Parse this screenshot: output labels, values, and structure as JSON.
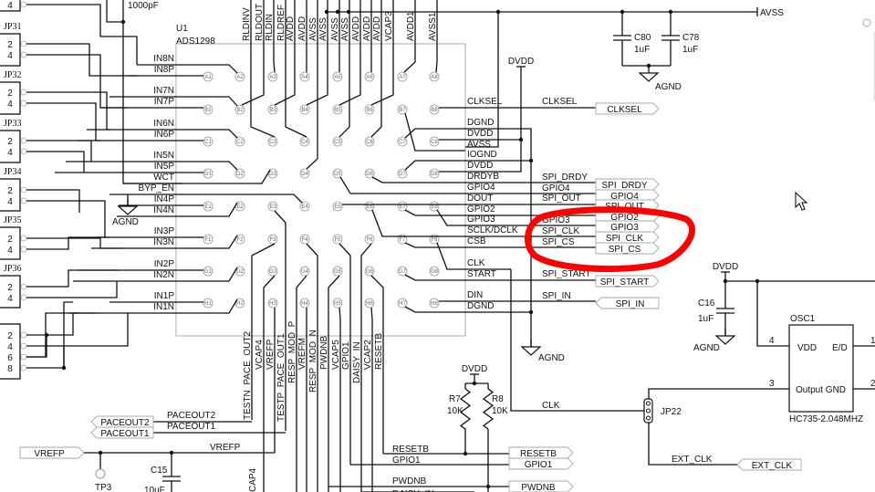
{
  "top_cap_value": "1000pF",
  "ic": {
    "ref": "U1",
    "part": "ADS1298",
    "left_pins": [
      "IN8N",
      "IN8P",
      "IN7N",
      "IN7P",
      "IN6N",
      "IN6P",
      "IN5N",
      "IN5P",
      "WCT",
      "BYP_EN",
      "IN4P",
      "IN4N",
      "IN3P",
      "IN3N",
      "IN2P",
      "IN2N",
      "IN1P",
      "IN1N"
    ],
    "top_pins": [
      "RLDINV",
      "RLDOUT",
      "RLDIN",
      "RLDREF",
      "AVDD",
      "AVDD",
      "AVSS",
      "AVSS",
      "AVSS",
      "AVSS",
      "AVDD",
      "AVDD",
      "AVDD",
      "VCAP3",
      "AVDD1",
      "AVSS1"
    ],
    "right_pins": [
      "CLKSEL",
      "DGND",
      "DVDD",
      "AVSS",
      "IOGND",
      "DVDD",
      "DRDYB",
      "GPIO4",
      "DOUT",
      "GPIO2",
      "GPIO3",
      "SCLK/DCLK",
      "CSB",
      "CLK",
      "START",
      "DIN",
      "DGND"
    ],
    "bottom_pins": [
      "TESTN_PACE_OUT2",
      "VCAP4",
      "VREFP",
      "TESTP_PACE_OUT1",
      "RESP_MOD_P",
      "VREFM",
      "RESP_MOD_N",
      "PWDNB",
      "VCAP5",
      "GPIO1",
      "DAISY_IN",
      "VCAP2",
      "RESETB"
    ],
    "ball_rows": [
      "A",
      "B",
      "C",
      "D",
      "E",
      "F",
      "G",
      "H"
    ],
    "ball_cols": [
      "1",
      "2",
      "3",
      "4",
      "5",
      "6",
      "7",
      "8"
    ]
  },
  "connectors": [
    {
      "ref": "",
      "pins": [
        "4"
      ]
    },
    {
      "ref": "JP31",
      "pins": [
        "2",
        "4"
      ]
    },
    {
      "ref": "JP32",
      "pins": [
        "2",
        "4"
      ]
    },
    {
      "ref": "JP33",
      "pins": [
        "2",
        "4"
      ]
    },
    {
      "ref": "JP34",
      "pins": [
        "2",
        "4"
      ]
    },
    {
      "ref": "JP35",
      "pins": [
        "2",
        "4"
      ]
    },
    {
      "ref": "JP36",
      "pins": [
        "2",
        "4"
      ]
    },
    {
      "ref": "",
      "pins": [
        "2",
        "4",
        "6",
        "8"
      ]
    }
  ],
  "net_labels": [
    "CLKSEL",
    "SPI_DRDY",
    "GPIO4",
    "SPI_OUT",
    "GPIO3",
    "SPI_CLK",
    "SPI_CS",
    "SPI_START",
    "SPI_IN",
    "CLK",
    "EXT_CLK",
    "RESETB",
    "GPIO1",
    "PWDNB",
    "DAISY_IN",
    "PACEOUT2",
    "PACEOUT1",
    "VREFP",
    "CAP4"
  ],
  "ports": [
    "CLKSEL",
    "SPI_DRDY",
    "GPIO4",
    "SPI_OUT",
    "GPIO2",
    "GPIO3",
    "SPI_CLK",
    "SPI_CS",
    "SPI_START",
    "SPI_IN",
    "EXT_CLK",
    "RESETB",
    "GPIO1",
    "PWDNB",
    "PACEOUT2",
    "PACEOUT1",
    "VREFP"
  ],
  "power": {
    "avss": "AVSS",
    "dvdd": "DVDD",
    "agnd": "AGND"
  },
  "components": {
    "c80": {
      "ref": "C80",
      "value": "1uF"
    },
    "c78": {
      "ref": "C78",
      "value": "1uF"
    },
    "c16": {
      "ref": "C16",
      "value": "1uF"
    },
    "c15": {
      "ref": "C15",
      "value": "10uF"
    },
    "r7": {
      "ref": "R7",
      "value": "10K"
    },
    "r8": {
      "ref": "R8",
      "value": "10K"
    },
    "tp3": {
      "ref": "TP3"
    },
    "jp22": {
      "ref": "JP22"
    },
    "osc": {
      "ref": "OSC1",
      "part": "HC735-2.048MHZ",
      "vdd": "VDD",
      "ed": "E/D",
      "out_gnd": "Output GND",
      "pin4": "4",
      "pin3": "3",
      "pin1": "1",
      "pin2": "2"
    }
  },
  "annotation": {
    "color": "#ff0000",
    "shape": "hand-drawn ellipse",
    "highlights": [
      "GPIO3",
      "SPI_CLK",
      "SPI_CS"
    ]
  },
  "cursor": {
    "icon": "mouse-pointer-icon"
  }
}
